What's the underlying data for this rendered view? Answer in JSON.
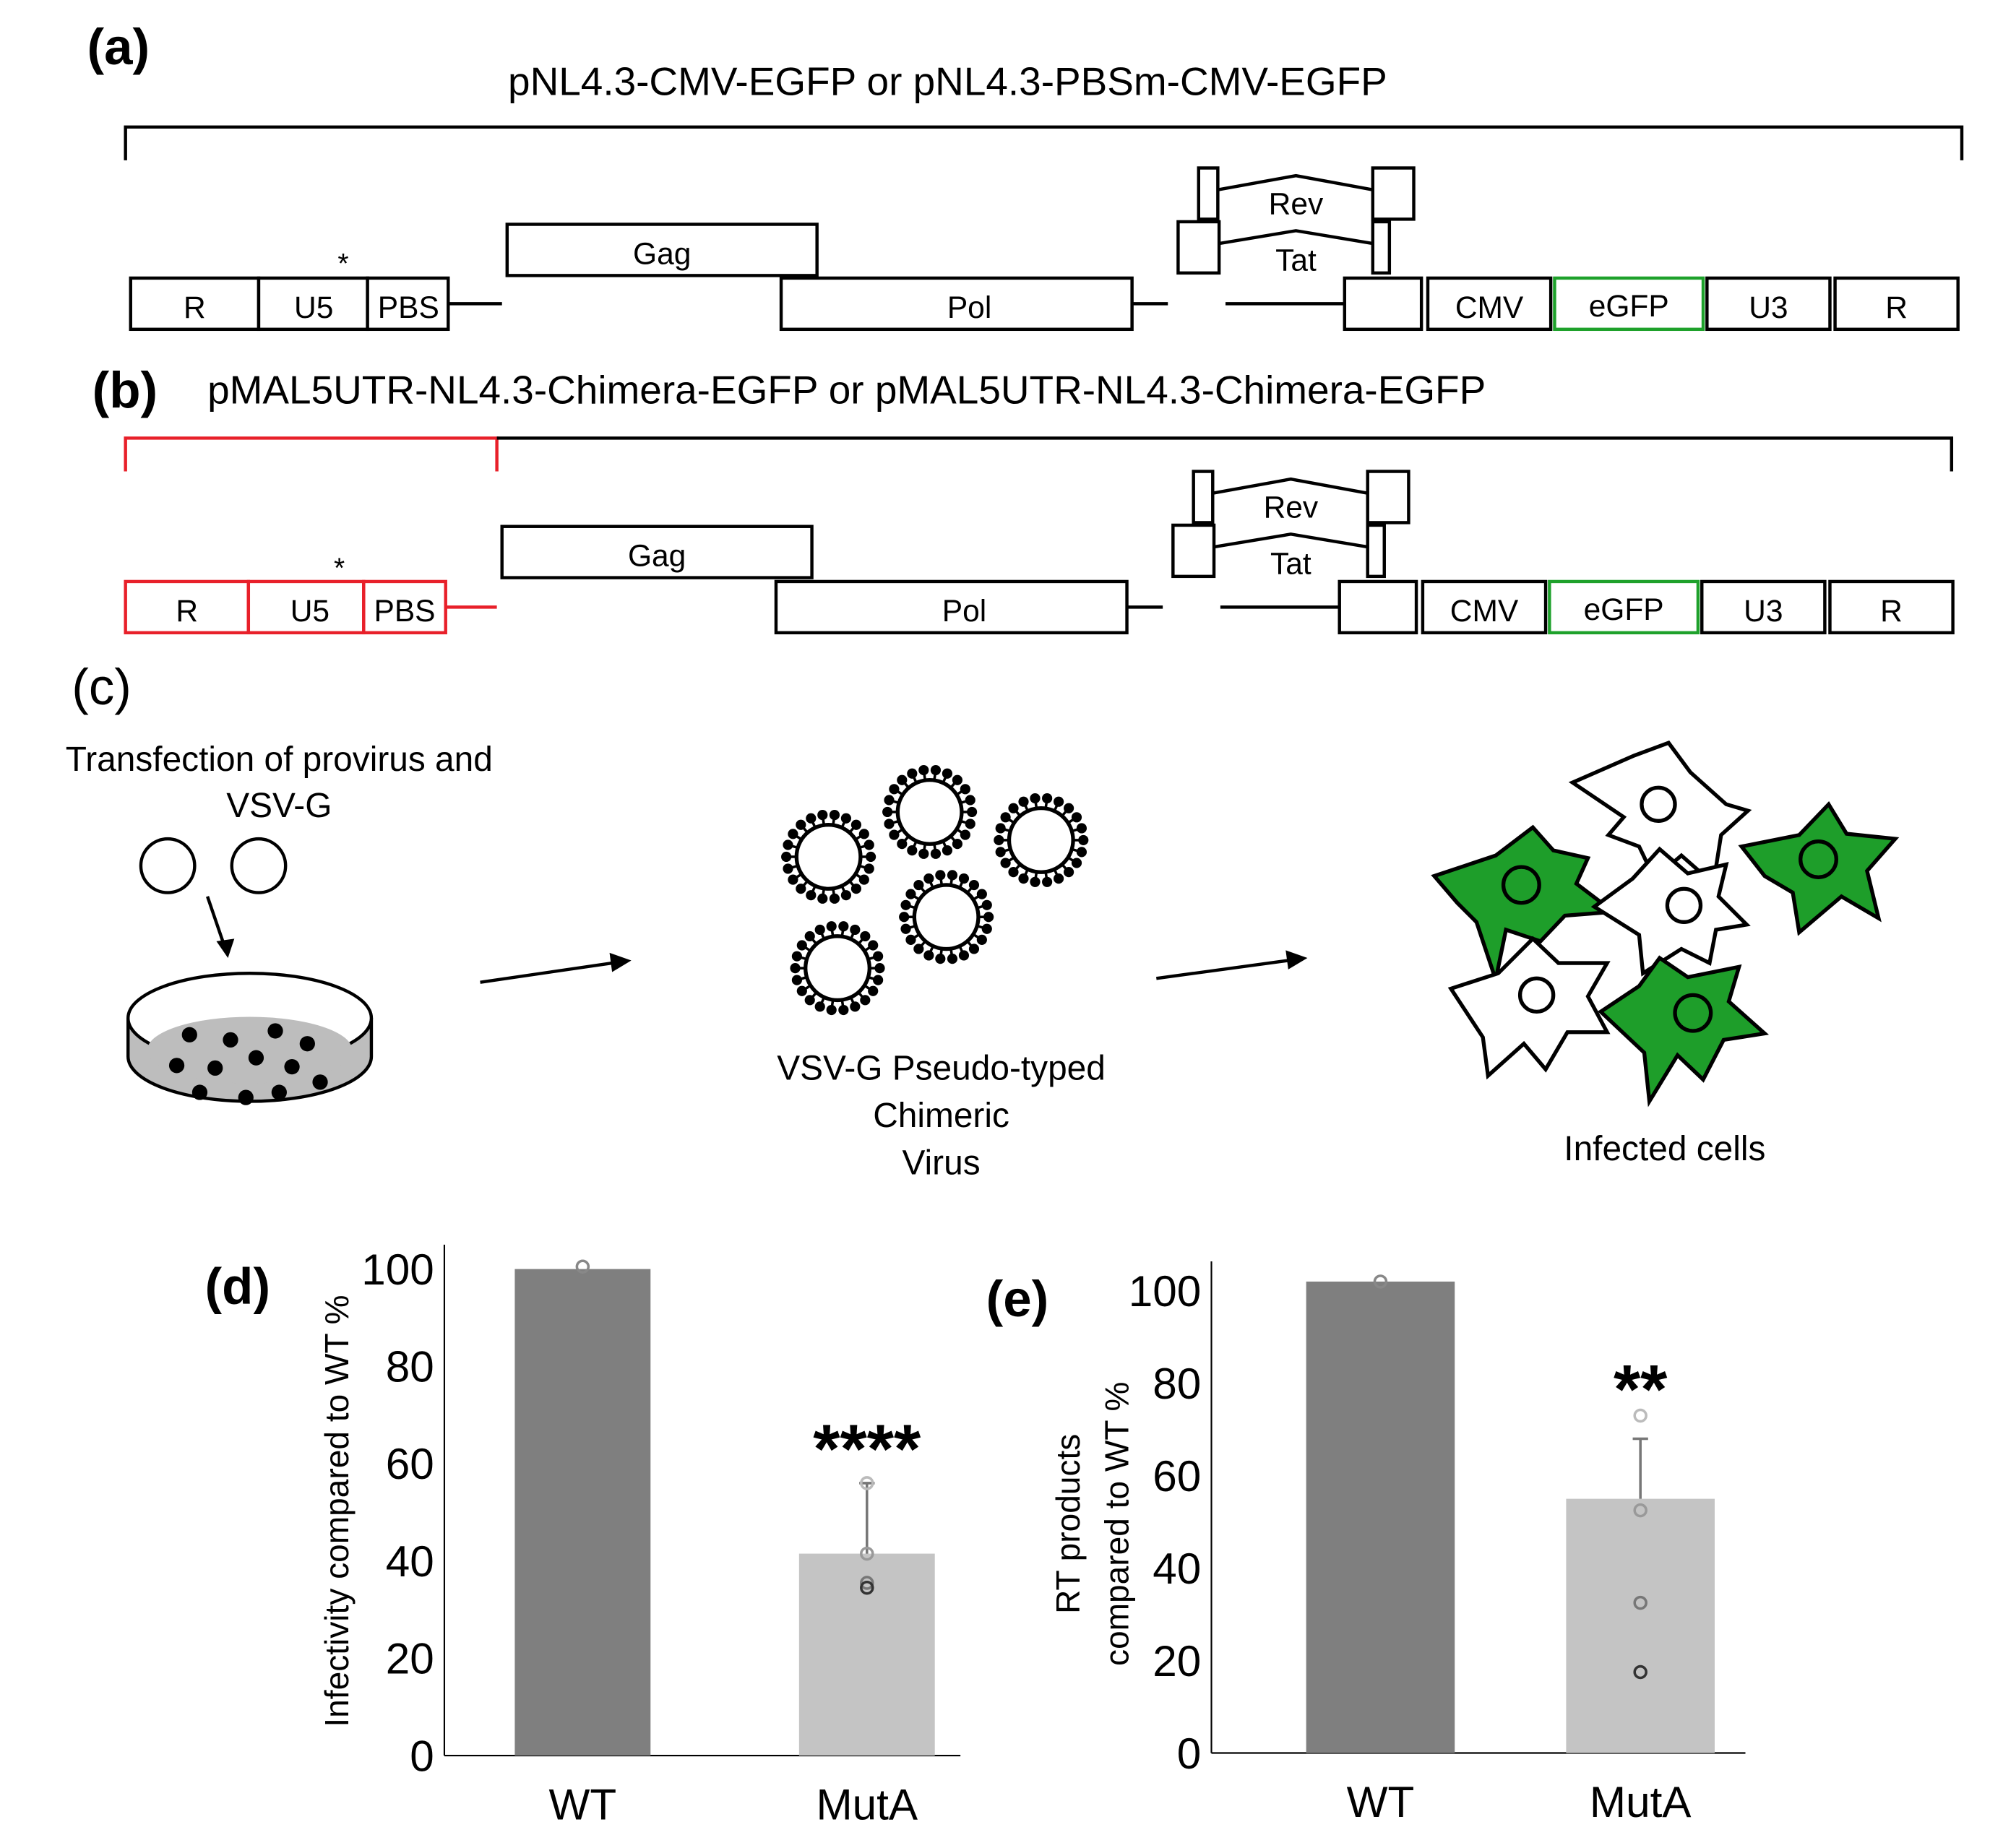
{
  "panel_a": {
    "label": "(a)",
    "title": "pNL4.3-CMV-EGFP or pNL4.3-PBSm-CMV-EGFP",
    "boxes": {
      "r_left": "R",
      "u5": "U5",
      "star": "*",
      "pbs": "PBS",
      "gag": "Gag",
      "pol": "Pol",
      "rev": "Rev",
      "tat": "Tat",
      "cmv": "CMV",
      "egfp": "eGFP",
      "u3": "U3",
      "r_right": "R"
    }
  },
  "panel_b": {
    "label": "(b)",
    "title": "pMAL5UTR-NL4.3-Chimera-EGFP or pMAL5UTR-NL4.3-Chimera-EGFP",
    "boxes": {
      "r_left": "R",
      "u5": "U5",
      "star": "*",
      "pbs": "PBS",
      "gag": "Gag",
      "pol": "Pol",
      "rev": "Rev",
      "tat": "Tat",
      "cmv": "CMV",
      "egfp": "eGFP",
      "u3": "U3",
      "r_right": "R"
    }
  },
  "panel_c": {
    "label": "(c)",
    "step1_line1": "Transfection of provirus and",
    "step1_line2": "VSV-G",
    "step2_line1": "VSV-G Pseudo-typed",
    "step2_line2": "Chimeric",
    "step2_line3": "Virus",
    "step3": "Infected cells"
  },
  "colors": {
    "chimera_red": "#e8202a",
    "egfp_green": "#1ea12b",
    "cell_green": "#1e9e2a",
    "wt_bar": "#7f7f7f",
    "muta_bar": "#c4c4c4",
    "dish_fill": "#bdbdbd"
  },
  "chart_data": [
    {
      "label": "(d)",
      "type": "bar",
      "categories": [
        "WT",
        "MutA"
      ],
      "values": [
        100,
        41.5
      ],
      "error_high": [
        null,
        56
      ],
      "points": [
        [
          100.5
        ],
        [
          56,
          41.5,
          35.5,
          34.5
        ]
      ],
      "significance": [
        "",
        "****"
      ],
      "ylabel": "Infectivity compared to WT %",
      "ylim": [
        0,
        100
      ],
      "yticks": [
        "0",
        "20",
        "40",
        "60",
        "80",
        "100"
      ]
    },
    {
      "label": "(e)",
      "type": "bar",
      "categories": [
        "WT",
        "MutA"
      ],
      "values": [
        102,
        55
      ],
      "error_high": [
        null,
        68
      ],
      "points": [
        [
          102
        ],
        [
          73,
          52.5,
          32.5,
          17.5
        ]
      ],
      "significance": [
        "",
        "**"
      ],
      "ylabel_line1": "RT products",
      "ylabel_line2": "compared to WT %",
      "ylim": [
        0,
        100
      ],
      "yticks": [
        "0",
        "20",
        "40",
        "60",
        "80",
        "100"
      ]
    }
  ]
}
